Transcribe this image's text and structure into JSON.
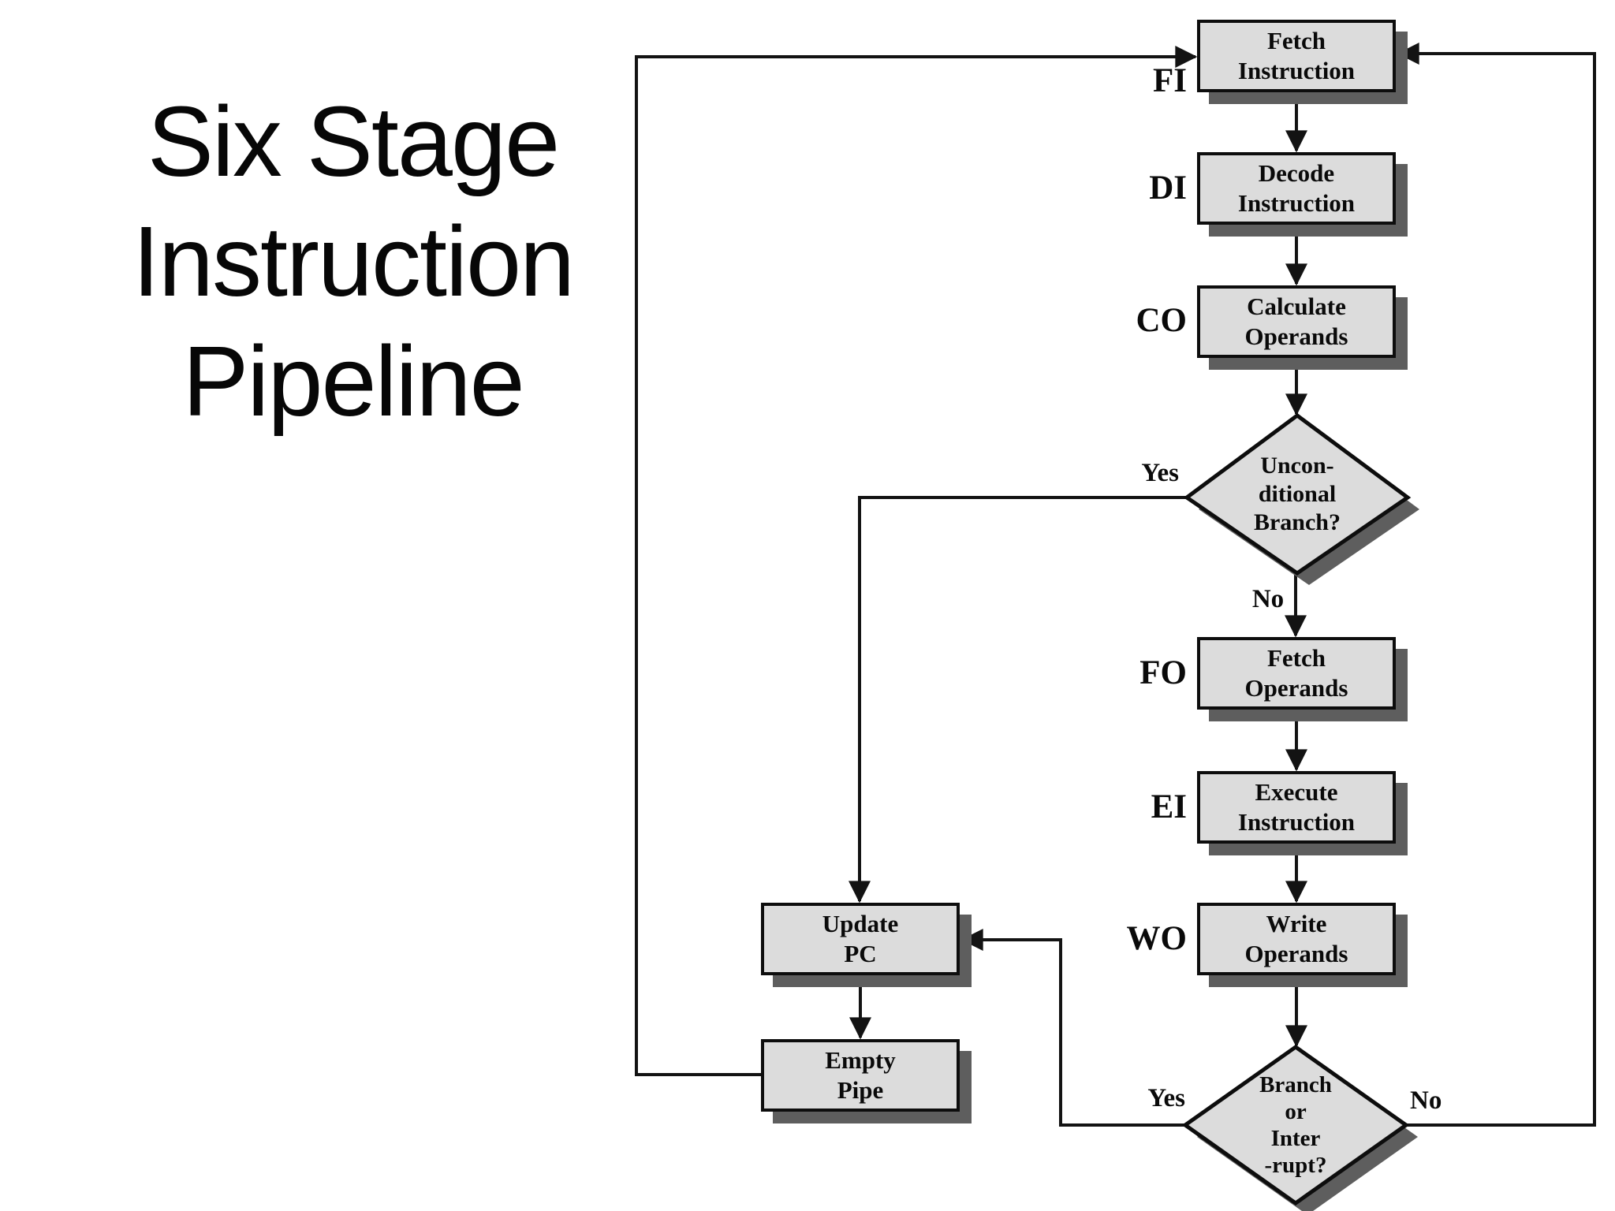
{
  "title": {
    "text": "Six Stage\nInstruction\nPipeline"
  },
  "colors": {
    "background": "#ffffff",
    "node_fill": "#dcdcdc",
    "node_border": "#0d0d0d",
    "shadow": "#5e5e5e",
    "connector": "#131313",
    "text": "#0a0a0a"
  },
  "flowchart": {
    "boxes": [
      {
        "name": "fetch-instruction",
        "label": "Fetch\nInstruction",
        "stage": "FI"
      },
      {
        "name": "decode-instruction",
        "label": "Decode\nInstruction",
        "stage": "DI"
      },
      {
        "name": "calculate-operands",
        "label": "Calculate\nOperands",
        "stage": "CO"
      },
      {
        "name": "fetch-operands",
        "label": "Fetch\nOperands",
        "stage": "FO"
      },
      {
        "name": "execute-instruction",
        "label": "Execute\nInstruction",
        "stage": "EI"
      },
      {
        "name": "write-operands",
        "label": "Write\nOperands",
        "stage": "WO"
      },
      {
        "name": "update-pc",
        "label": "Update\nPC"
      },
      {
        "name": "empty-pipe",
        "label": "Empty\nPipe"
      }
    ],
    "decisions": [
      {
        "name": "unconditional-branch",
        "label": "Uncon-\nditional\nBranch?",
        "yes": "Yes",
        "no": "No"
      },
      {
        "name": "branch-or-interrupt",
        "label": "Branch\nor\nInter\n-rupt?",
        "yes": "Yes",
        "no": "No"
      }
    ]
  }
}
